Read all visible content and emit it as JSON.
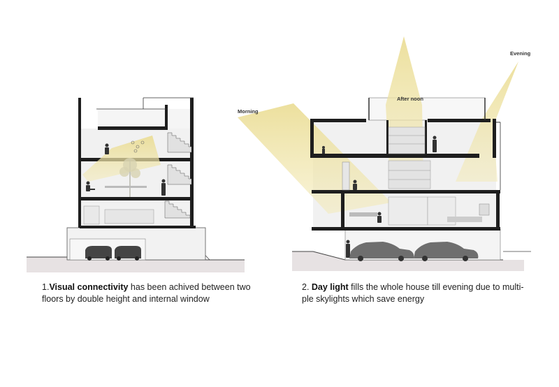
{
  "left_section": {
    "number": "1.",
    "bold": "Visual connectivity",
    "rest": " has been achived between two floors by double height and internal window"
  },
  "right_section": {
    "number": "2. ",
    "bold": "Day light",
    "rest": " fills the whole house till evening due to multi-ple skylights which save energy"
  },
  "light_labels": {
    "morning": "Morning",
    "afternoon": "After noon",
    "evening": "Evening"
  },
  "colors": {
    "light": "#e9d98a",
    "light_fill": "#f1e6a8",
    "wall": "#1e1e1e",
    "ground": "#e6e1e2",
    "room": "#ececec"
  }
}
